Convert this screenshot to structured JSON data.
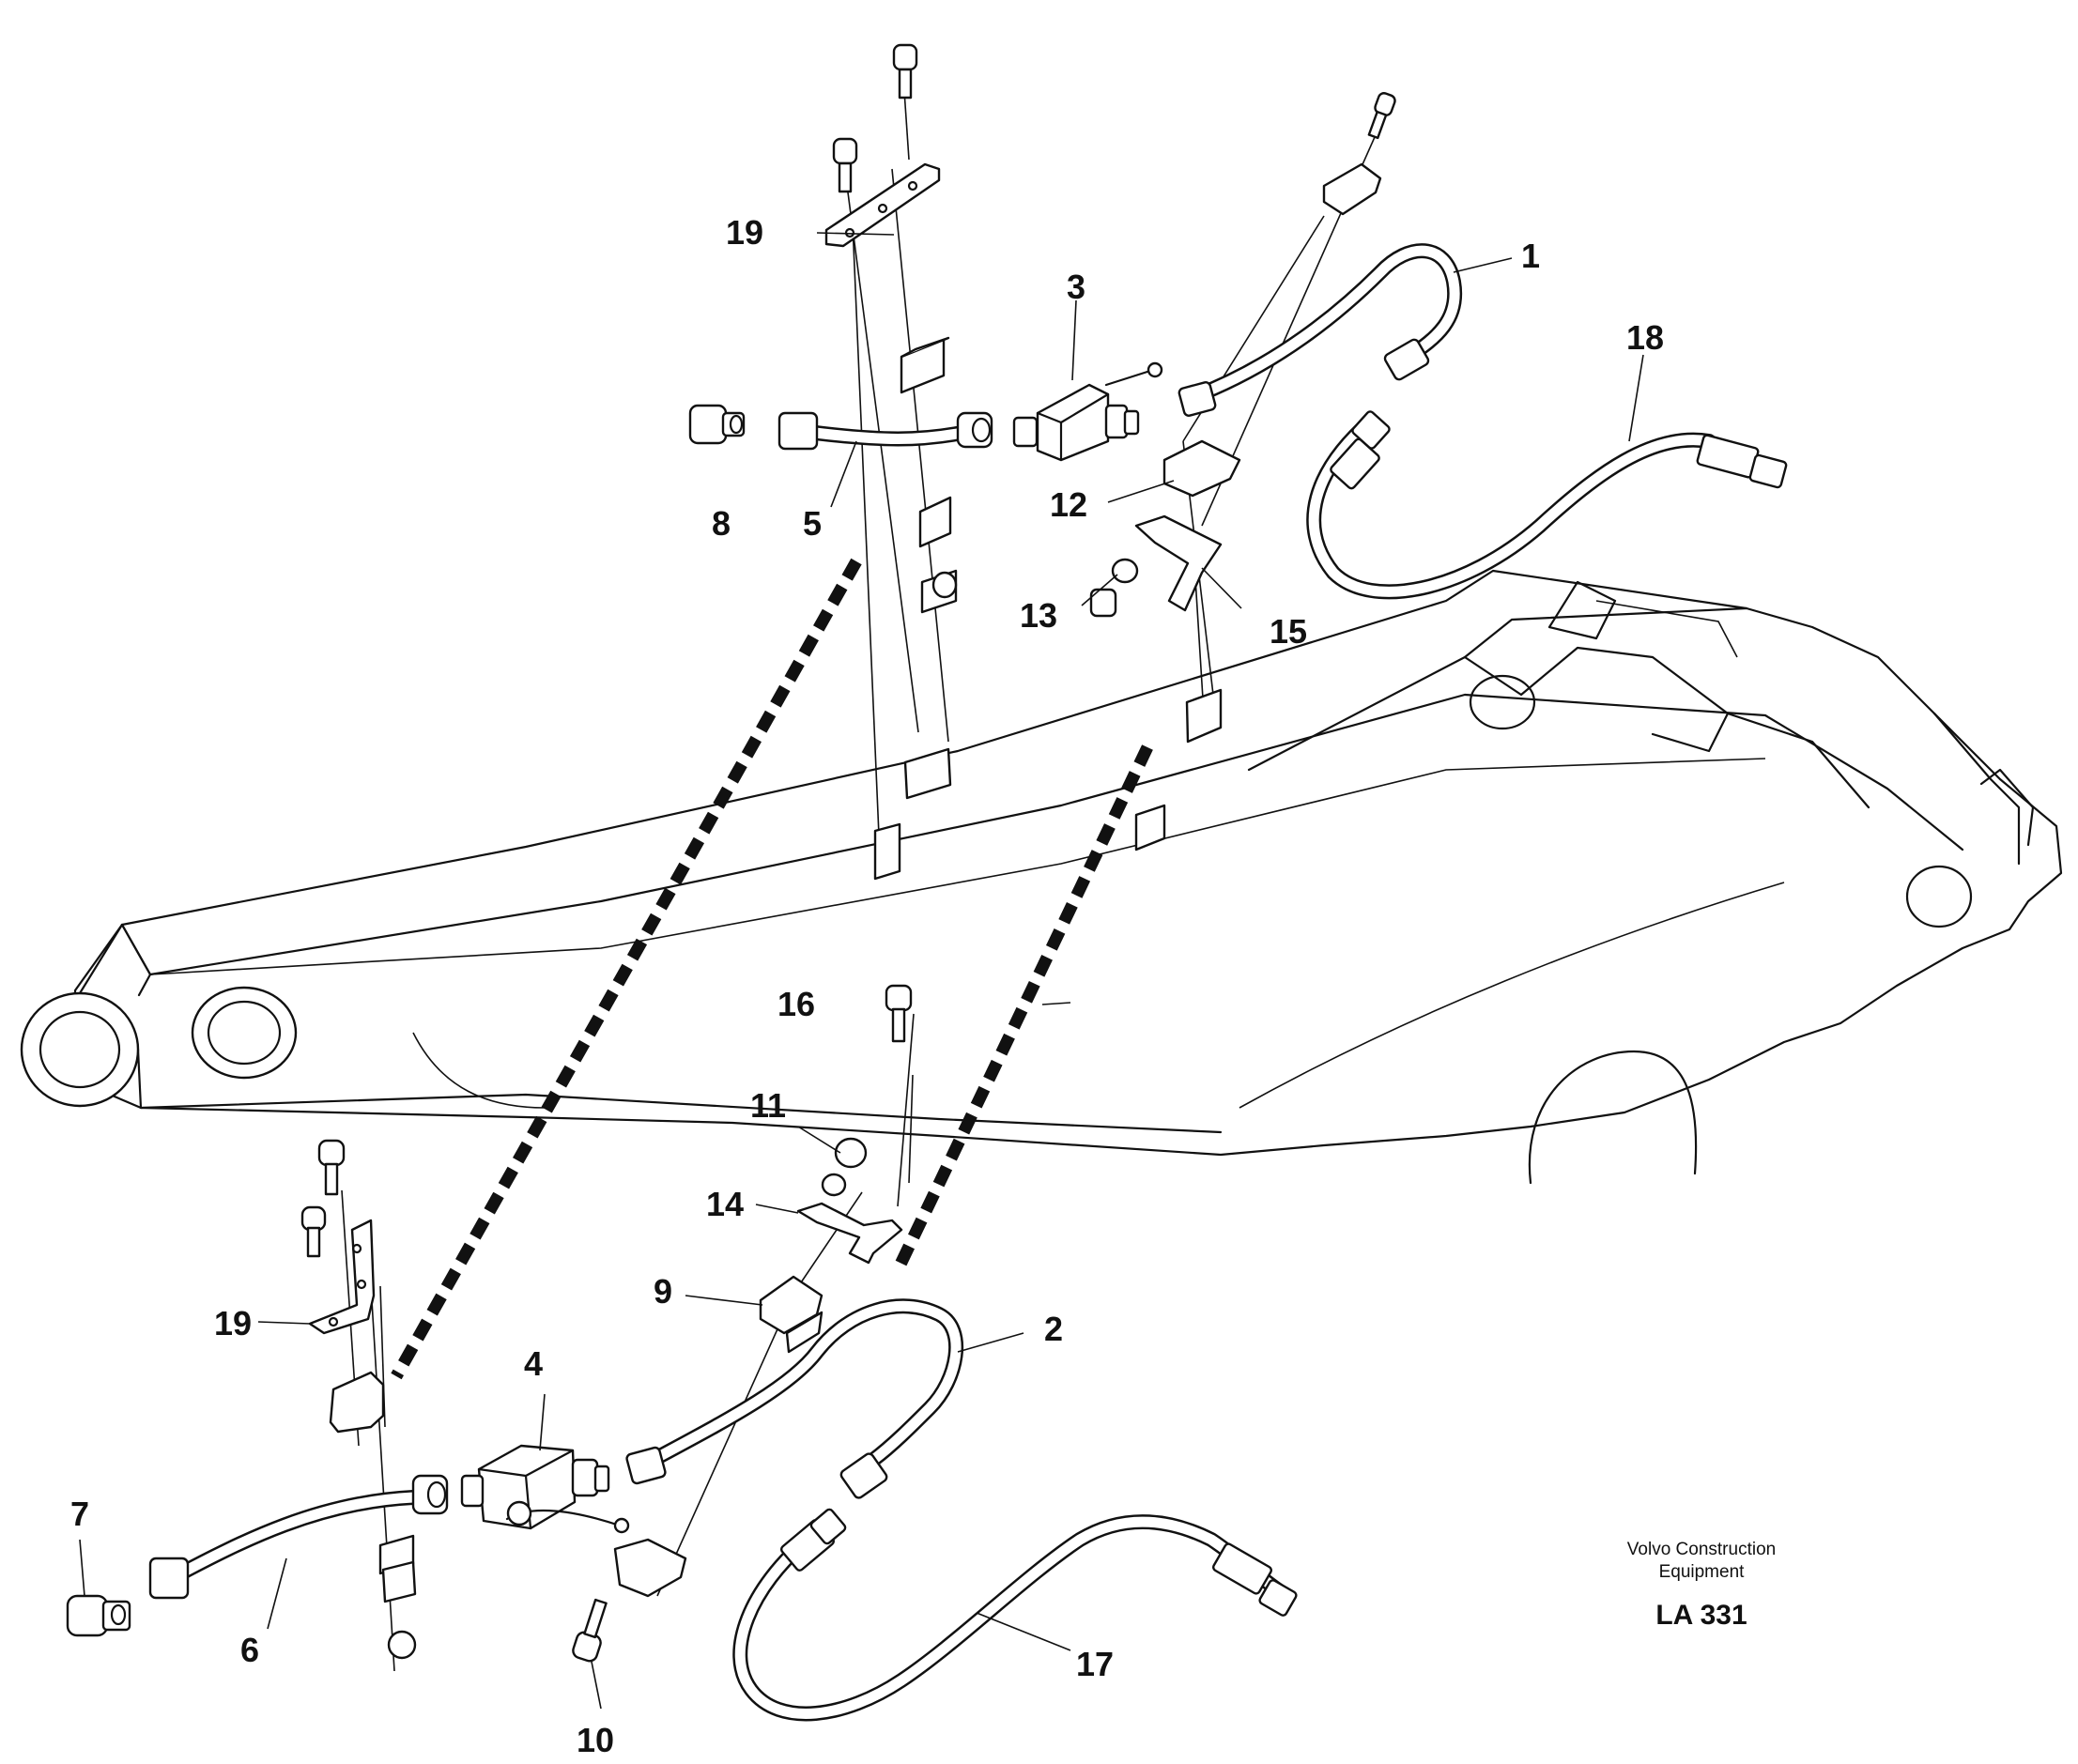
{
  "callouts": [
    "1",
    "2",
    "3",
    "4",
    "5",
    "6",
    "7",
    "8",
    "9",
    "10",
    "11",
    "12",
    "13",
    "14",
    "15",
    "16",
    "17",
    "18",
    "19",
    "19"
  ],
  "caption": {
    "line1": "Volvo Construction",
    "line2": "Equipment",
    "code": "LA 331"
  }
}
